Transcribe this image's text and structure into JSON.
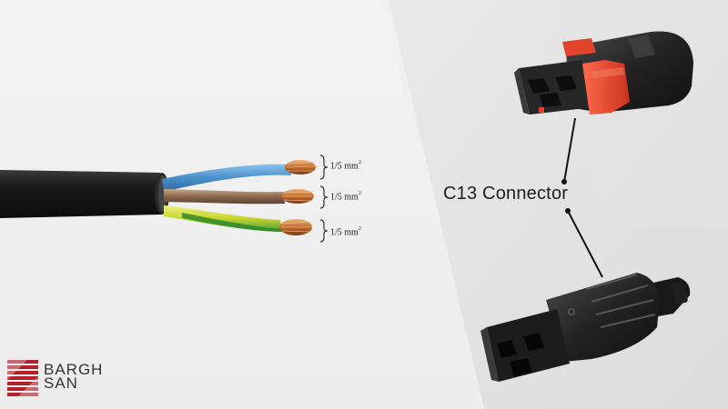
{
  "cable": {
    "wires": [
      {
        "size": "1/5",
        "unit": "mm",
        "exp": "2",
        "color": "#4a8fc9"
      },
      {
        "size": "1/5",
        "unit": "mm",
        "exp": "2",
        "color": "#8c6a4f"
      },
      {
        "size": "1/5",
        "unit": "mm",
        "exp": "2",
        "color": "#c8d42e"
      }
    ],
    "jacket_color": "#1c1c1c"
  },
  "connector_label": "C13 Connector",
  "brand": {
    "line1": "BARGH",
    "line2": "SAN",
    "logo_color": "#b3202a"
  },
  "colors": {
    "latch": "#e0452b",
    "connector_body": "#2a2a2a"
  }
}
